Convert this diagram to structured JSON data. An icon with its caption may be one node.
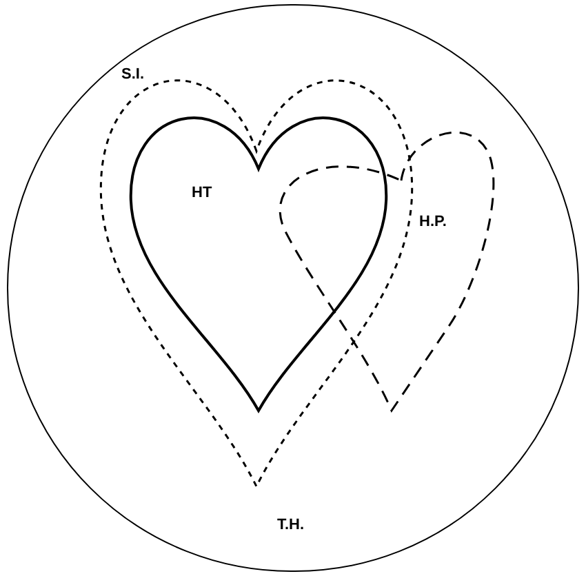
{
  "diagram": {
    "nodes": [
      {
        "text": [
          "T.H."
        ]
      },
      {
        "text": [
          "S.I."
        ],
        "in": 0
      },
      {
        "text": [
          "HT"
        ],
        "in": 1
      },
      {
        "text": [
          "H.P."
        ],
        "in": 0
      }
    ]
  }
}
